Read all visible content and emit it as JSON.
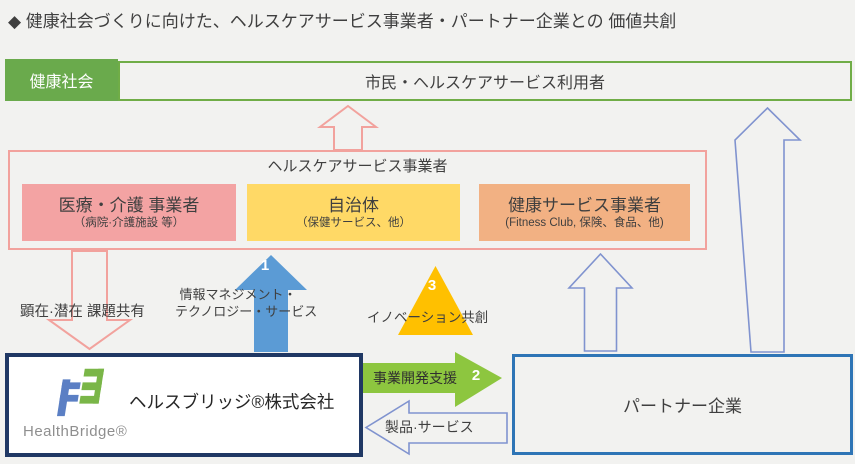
{
  "title": "◆ 健康社会づくりに向けた、ヘルスケアサービス事業者・パートナー企業との 価値共創",
  "top": {
    "healthy_society": "健康社会",
    "citizens": "市民・ヘルスケアサービス利用者"
  },
  "providers": {
    "header": "ヘルスケアサービス事業者",
    "items": [
      {
        "label": "医療・介護 事業者",
        "sub": "（病院·介護施設 等）"
      },
      {
        "label": "自治体",
        "sub": "（保健サービス、他）"
      },
      {
        "label": "健康サービス事業者",
        "sub": "(Fitness Club, 保険、食品、他)"
      }
    ]
  },
  "flows": {
    "issues": "顕在·潜在 課題共有",
    "info_line1": "情報マネジメント・",
    "info_line2": "テクノロジー・サービス",
    "innovation": "イノベーション共創",
    "biz_dev": "事業開発支援",
    "products": "製品·サービス",
    "num1": "1",
    "num2": "2",
    "num3": "3"
  },
  "company": {
    "name_jp": "ヘルスブリッジ®株式会社",
    "name_en": "HealthBridge®"
  },
  "partner": {
    "label": "パートナー企業"
  },
  "colors": {
    "bg": "#f2f2f0",
    "text": "#3f3f3f",
    "green": "#6aaa4c",
    "green_border": "#70ad47",
    "pink_border": "#f2a29d",
    "pink_fill": "#f3a3a3",
    "yellow_fill": "#ffd966",
    "orange_fill": "#f2b183",
    "blue_solid": "#5b9bd5",
    "triangle": "#ffc000",
    "green_arrow": "#8dc63f",
    "outline_blue": "#8093cf",
    "navy": "#203864",
    "partner_blue": "#2e75b6",
    "gray_text": "#8f8f8f",
    "white": "#ffffff"
  }
}
